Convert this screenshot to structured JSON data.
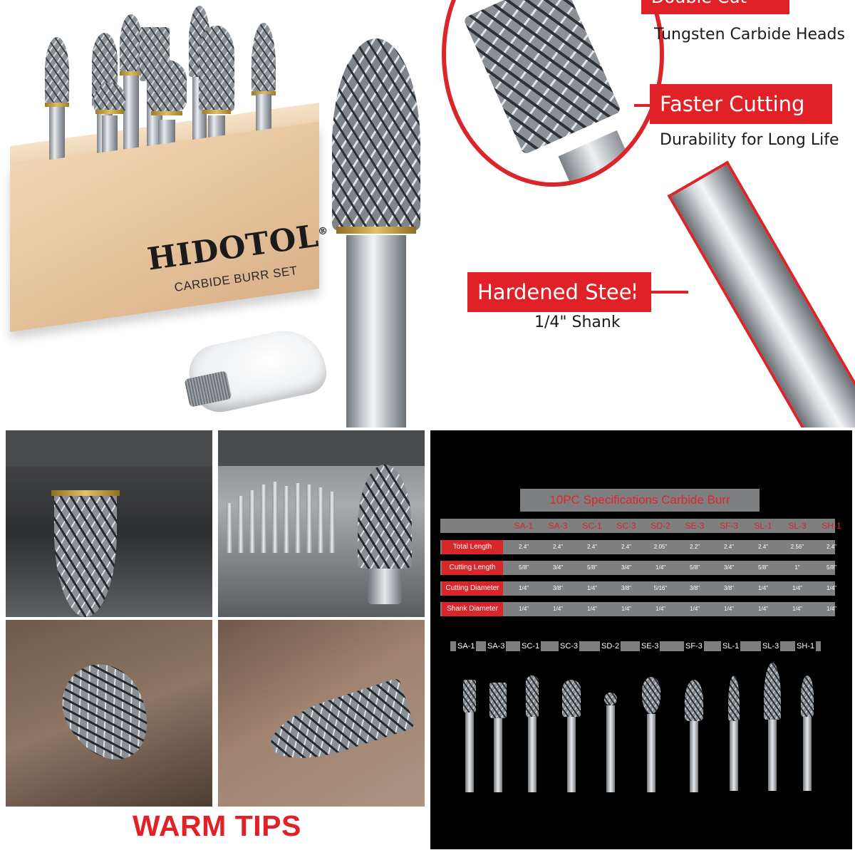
{
  "panel1": {
    "brand": "HIDOTOL",
    "registered": "®",
    "subtitle": "CARBIDE BURR SET"
  },
  "panel2": {
    "tag_top": "Double Cut",
    "line_top": "Tungsten Carbide Heads",
    "tag_middle": "Faster Cutting",
    "line_middle": "Durability for Long Life",
    "tag_bottom": "Hardened Steel",
    "line_bottom": "1/4\" Shank"
  },
  "panel3": {
    "footer": "WARM TIPS"
  },
  "panel4": {
    "title": "10PC Specifications Carbide Burr",
    "models": [
      "SA-1",
      "SA-3",
      "SC-1",
      "SC-3",
      "SD-2",
      "SE-3",
      "SF-3",
      "SL-1",
      "SL-3",
      "SH-1"
    ],
    "rows": [
      {
        "label": "Total Length",
        "values": [
          "2.4\"",
          "2.4\"",
          "2.4\"",
          "2.4\"",
          "2.05\"",
          "2.2\"",
          "2.4\"",
          "2.4\"",
          "2.56\"",
          "2.4\""
        ]
      },
      {
        "label": "Cutting Length",
        "values": [
          "5/8\"",
          "3/4\"",
          "5/8\"",
          "3/4\"",
          "1/4\"",
          "5/8\"",
          "3/4\"",
          "5/8\"",
          "1\"",
          "5/8\""
        ]
      },
      {
        "label": "Cutting Diameter",
        "values": [
          "1/4\"",
          "3/8\"",
          "1/4\"",
          "3/8\"",
          "5/16\"",
          "3/8\"",
          "3/8\"",
          "1/4\"",
          "1/4\"",
          "1/4\""
        ]
      },
      {
        "label": "Shank Diameter",
        "values": [
          "1/4\"",
          "1/4\"",
          "1/4\"",
          "1/4\"",
          "1/4\"",
          "1/4\"",
          "1/4\"",
          "1/4\"",
          "1/4\"",
          "1/4\""
        ]
      }
    ],
    "bit_labels": [
      "SA-1",
      "SA-3",
      "SC-1",
      "SC-3",
      "SD-2",
      "SE-3",
      "SF-3",
      "SL-1",
      "SL-3",
      "SH-1"
    ]
  },
  "colors": {
    "accent_red": "#e02127",
    "spec_bg": "#000000",
    "spec_bar": "#7e7f81"
  },
  "icons": [
    "carbide-burr-icon",
    "wooden-holder-icon",
    "gloves-icon"
  ]
}
